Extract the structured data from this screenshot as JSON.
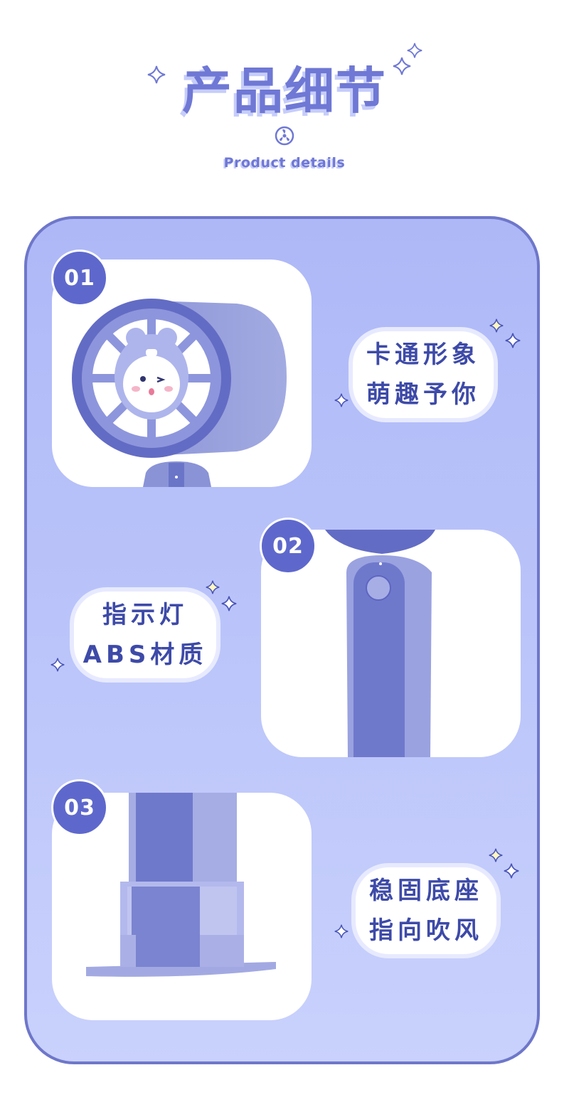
{
  "header": {
    "title": "产品细节",
    "subtitle": "Product details"
  },
  "details": [
    {
      "number": "01",
      "line1": "卡通形象",
      "line2": "萌趣予你"
    },
    {
      "number": "02",
      "line1": "指示灯",
      "line2": "ABS材质"
    },
    {
      "number": "03",
      "line1": "稳固底座",
      "line2": "指向吹风"
    }
  ],
  "colors": {
    "accent": "#5e68cc",
    "title": "#6f78d4",
    "panel": "#b3bdf8",
    "panel_border": "#6e77c9",
    "product": "#7c86d0",
    "text": "#3d4aa8"
  },
  "icons": [
    "fan-icon",
    "sparkle-icon"
  ]
}
